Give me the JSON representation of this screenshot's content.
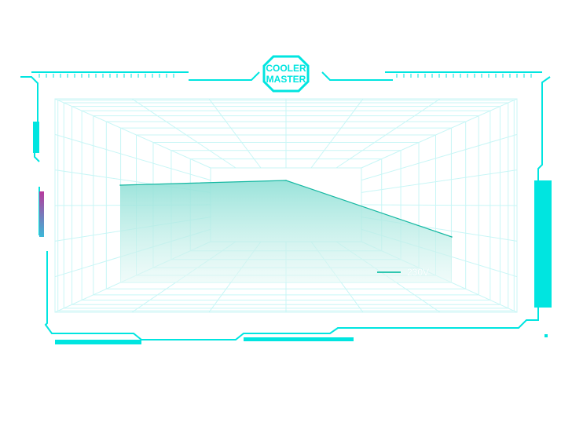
{
  "brand": {
    "logo_text": "COOLER MASTER"
  },
  "colors": {
    "frame": "#00e5e0",
    "grid": "#c8f6f6",
    "line": "#16b8a2",
    "fill": "#9fe6dd"
  },
  "chart_data": {
    "type": "area",
    "title": "",
    "xlabel": "",
    "ylabel": "",
    "x": [
      0,
      50,
      100
    ],
    "xlim": [
      0,
      100
    ],
    "ylim": [
      80,
      96
    ],
    "grid": true,
    "legend_position": "bottom-right",
    "series": [
      {
        "name": "230V",
        "values": [
          92.4,
          93.0,
          85.8
        ]
      }
    ]
  }
}
